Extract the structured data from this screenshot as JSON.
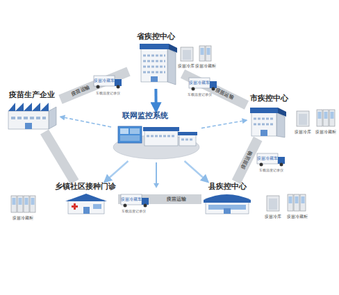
{
  "diagram": {
    "nodes": [
      {
        "text": [
          "省疾控中心"
        ]
      },
      {
        "text": [
          "疫苗生产企业"
        ]
      },
      {
        "text": [
          "联网监控系统"
        ]
      },
      {
        "text": [
          "市疾控中心"
        ]
      },
      {
        "text": [
          "县疾控中心"
        ]
      },
      {
        "text": [
          "乡镇社区接种门诊"
        ]
      }
    ],
    "edges": [
      {
        "from": 1,
        "to": 0,
        "label": "疫苗运输",
        "arrow": "none"
      },
      {
        "from": 0,
        "to": 3,
        "label": "疫苗运输",
        "arrow": "none"
      },
      {
        "from": 3,
        "to": 4,
        "label": "疫苗运输",
        "arrow": "none"
      },
      {
        "from": 4,
        "to": 5,
        "label": "疫苗运输",
        "arrow": "none"
      },
      {
        "from": 1,
        "to": 5,
        "arrow": "none"
      },
      {
        "from": 0,
        "to": 2,
        "arrow": "to"
      },
      {
        "from": 2,
        "to": 1,
        "arrow": "to"
      },
      {
        "from": 2,
        "to": 3,
        "arrow": "to"
      },
      {
        "from": 2,
        "to": 5,
        "arrow": "to"
      },
      {
        "from": 2,
        "to": 4,
        "arrow": "to"
      }
    ],
    "labels": [
      "疫苗冷库",
      "疫苗冷藏柜",
      "疫苗冷藏车",
      "车载温度记录仪",
      "疫苗冷藏车",
      "车载温度记录仪",
      "疫苗冷库",
      "疫苗冷藏柜",
      "疫苗冷藏车",
      "车载温度记录仪",
      "疫苗冷库",
      "疫苗冷藏柜",
      "疫苗冷藏车",
      "车载温度记录仪",
      "疫苗冷藏柜"
    ]
  }
}
